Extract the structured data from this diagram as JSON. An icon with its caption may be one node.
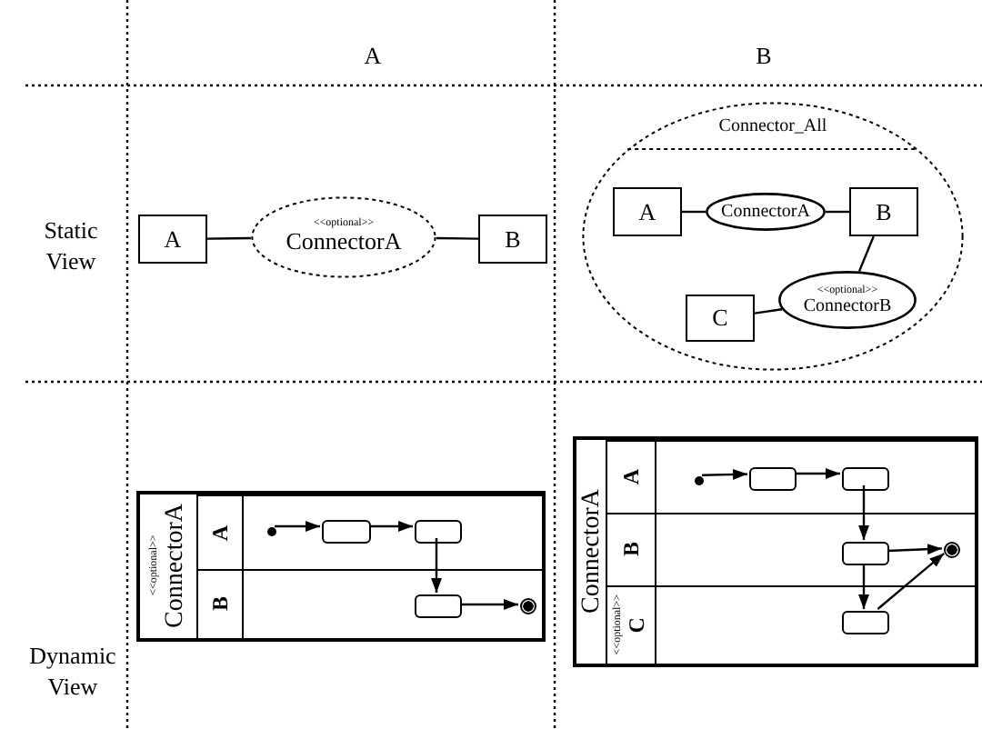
{
  "diagram": {
    "nodes": [
      {
        "text": [
          "A"
        ]
      },
      {
        "text": [
          "<<optional>>",
          "ConnectorA"
        ]
      },
      {
        "text": [
          "B"
        ]
      },
      {
        "text": [
          "Connector_All"
        ]
      },
      {
        "text": [
          "A"
        ],
        "in": 3
      },
      {
        "text": [
          "ConnectorA"
        ],
        "in": 3
      },
      {
        "text": [
          "B"
        ],
        "in": 3
      },
      {
        "text": [
          "C"
        ],
        "in": 3
      },
      {
        "text": [
          "<<optional>>",
          "ConnectorB"
        ],
        "in": 3
      },
      {
        "text": [
          "<<optional>>",
          "ConnectorA"
        ]
      },
      {
        "text": [
          "A"
        ],
        "in": 9
      },
      {
        "text": [
          "B"
        ],
        "in": 9
      },
      {
        "text": [],
        "shape": "circle",
        "in": 10
      },
      {
        "text": [],
        "shape": "box",
        "in": 10
      },
      {
        "text": [],
        "shape": "box",
        "in": 10
      },
      {
        "text": [],
        "shape": "box",
        "in": 11
      },
      {
        "text": [],
        "shape": "circle",
        "in": 11
      },
      {
        "text": [
          "ConnectorA"
        ]
      },
      {
        "text": [
          "A"
        ],
        "in": 17
      },
      {
        "text": [
          "B"
        ],
        "in": 17
      },
      {
        "text": [
          "<<optional>>",
          "C"
        ],
        "in": 17
      },
      {
        "text": [],
        "shape": "circle",
        "in": 18
      },
      {
        "text": [],
        "shape": "box",
        "in": 18
      },
      {
        "text": [],
        "shape": "box",
        "in": 18
      },
      {
        "text": [],
        "shape": "box",
        "in": 19
      },
      {
        "text": [],
        "shape": "circle",
        "in": 19
      },
      {
        "text": [],
        "shape": "box",
        "in": 20
      }
    ],
    "edges": [
      {
        "from": 0,
        "to": 1,
        "arrow": "none"
      },
      {
        "from": 1,
        "to": 2,
        "arrow": "none"
      },
      {
        "from": 4,
        "to": 5,
        "arrow": "none"
      },
      {
        "from": 5,
        "to": 6,
        "arrow": "none"
      },
      {
        "from": 6,
        "to": 8,
        "arrow": "none"
      },
      {
        "from": 8,
        "to": 7,
        "arrow": "none"
      },
      {
        "from": 12,
        "to": 13,
        "arrow": "to"
      },
      {
        "from": 13,
        "to": 14,
        "arrow": "to"
      },
      {
        "from": 14,
        "to": 15,
        "arrow": "to"
      },
      {
        "from": 15,
        "to": 16,
        "arrow": "to"
      },
      {
        "from": 21,
        "to": 22,
        "arrow": "to"
      },
      {
        "from": 22,
        "to": 23,
        "arrow": "to"
      },
      {
        "from": 23,
        "to": 24,
        "arrow": "to"
      },
      {
        "from": 24,
        "to": 25,
        "arrow": "to"
      },
      {
        "from": 24,
        "to": 26,
        "arrow": "to"
      },
      {
        "from": 26,
        "to": 25,
        "arrow": "to"
      }
    ],
    "labels": [
      "A",
      "B",
      "Static View",
      "Dynamic View"
    ]
  }
}
